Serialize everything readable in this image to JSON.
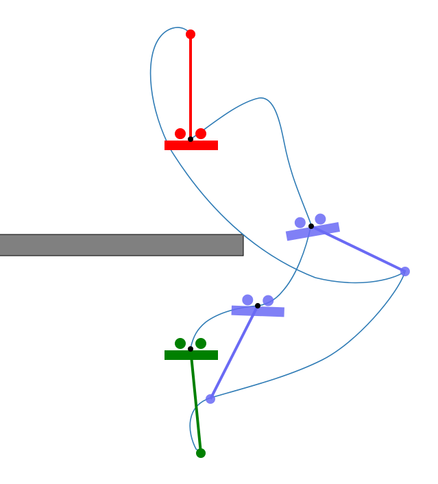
{
  "scene": {
    "kind": "cart-pole swing-up trajectory",
    "frames": [
      {
        "role": "start",
        "pole_direction": "up",
        "color": "#ff0000"
      },
      {
        "role": "intermediate",
        "pole_direction": "diagonal-down-right",
        "color": "#6a6af4"
      },
      {
        "role": "intermediate",
        "pole_direction": "diagonal-down-left",
        "color": "#6a6af4"
      },
      {
        "role": "end",
        "pole_direction": "down",
        "color": "#008000"
      }
    ],
    "obstacle": {
      "present": true,
      "color": "#808080"
    },
    "trajectory_color": "#2e7bb5",
    "pivot_color": "#000000"
  }
}
